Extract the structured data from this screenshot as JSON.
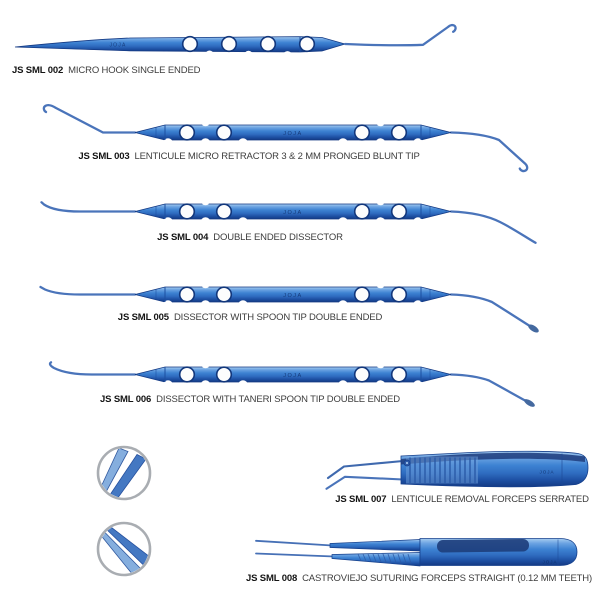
{
  "catalog": {
    "engraving": "JOJA",
    "products": [
      {
        "code": "JS SML 002",
        "name": "MICRO HOOK SINGLE ENDED"
      },
      {
        "code": "JS SML 003",
        "name": "LENTICULE MICRO RETRACTOR 3 & 2 MM PRONGED BLUNT TIP"
      },
      {
        "code": "JS SML 004",
        "name": "DOUBLE ENDED DISSECTOR"
      },
      {
        "code": "JS SML 005",
        "name": "DISSECTOR WITH SPOON TIP DOUBLE ENDED"
      },
      {
        "code": "JS SML 006",
        "name": "DISSECTOR WITH TANERI SPOON TIP DOUBLE ENDED"
      },
      {
        "code": "JS SML 007",
        "name": "LENTICULE REMOVAL FORCEPS SERRATED"
      },
      {
        "code": "JS SML 008",
        "name": "CASTROVIEJO SUTURING FORCEPS STRAIGHT (0.12 MM TEETH)"
      }
    ],
    "magnifier_details": [
      {
        "icon": "forceps-tip-zoom-icon"
      },
      {
        "icon": "forceps-tip-zoom-icon"
      }
    ],
    "colors": {
      "background": "#ffffff",
      "instrument_blue": "#3d82d2",
      "instrument_dark_blue": "#143a84",
      "instrument_highlight": "#a8cdf0",
      "navy_accent": "#1e3f7d",
      "label_code": "#141414",
      "label_name": "#3d3d3d",
      "magnifier_ring": "#a9adb2"
    }
  }
}
